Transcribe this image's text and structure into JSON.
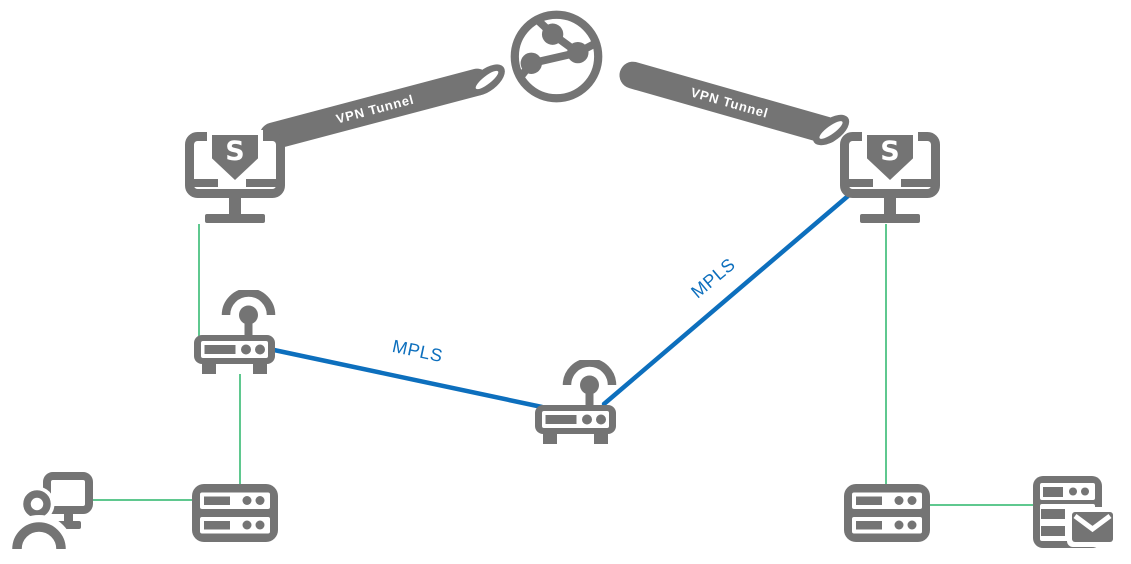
{
  "diagram": {
    "description": "Site-to-site network diagram: two firewalls connected to the internet by VPN tunnels and interconnected via MPLS routers, with local servers, a workstation and a mail server.",
    "colors": {
      "bg": "#ffffff",
      "gray": "#747474",
      "green": "#5fc88f",
      "blue": "#0d6fbd"
    },
    "nodes": {
      "internet": {
        "icon": "globe-network"
      },
      "firewall_left": {
        "icon": "firewall-monitor-shield",
        "shield_letter": "S"
      },
      "firewall_right": {
        "icon": "firewall-monitor-shield",
        "shield_letter": "S"
      },
      "router_left": {
        "icon": "wireless-router"
      },
      "router_center": {
        "icon": "wireless-router"
      },
      "workstation": {
        "icon": "user-with-computer"
      },
      "server_left": {
        "icon": "rack-server"
      },
      "server_right": {
        "icon": "rack-server"
      },
      "mail_server": {
        "icon": "mail-server-envelope"
      }
    },
    "links": [
      {
        "id": "vpn-left",
        "type": "vpn-tunnel",
        "label": "VPN Tunnel",
        "from": "firewall_left",
        "to": "internet"
      },
      {
        "id": "vpn-right",
        "type": "vpn-tunnel",
        "label": "VPN Tunnel",
        "from": "internet",
        "to": "firewall_right"
      },
      {
        "id": "mpls-left",
        "type": "mpls",
        "label": "MPLS",
        "from": "router_left",
        "to": "router_center"
      },
      {
        "id": "mpls-right",
        "type": "mpls",
        "label": "MPLS",
        "from": "router_center",
        "to": "firewall_right"
      },
      {
        "id": "lan-1",
        "type": "lan",
        "from": "firewall_left",
        "to": "router_left"
      },
      {
        "id": "lan-2",
        "type": "lan",
        "from": "router_left",
        "to": "server_left"
      },
      {
        "id": "lan-3",
        "type": "lan",
        "from": "workstation",
        "to": "server_left"
      },
      {
        "id": "lan-4",
        "type": "lan",
        "from": "firewall_right",
        "to": "server_right"
      },
      {
        "id": "lan-5",
        "type": "lan",
        "from": "server_right",
        "to": "mail_server"
      }
    ]
  }
}
